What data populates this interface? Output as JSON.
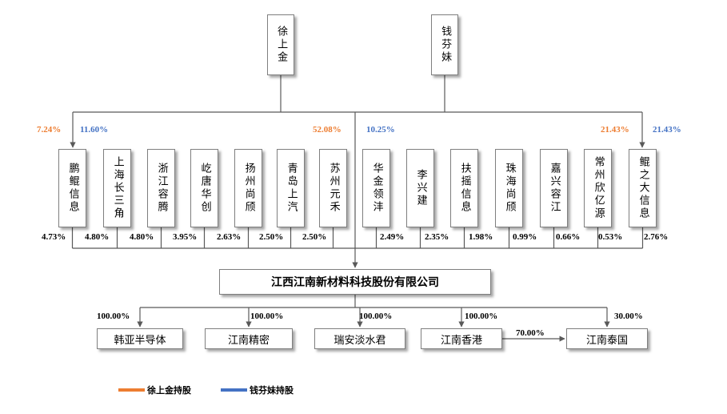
{
  "colors": {
    "xu": "#ed7d31",
    "qian": "#4472c4",
    "line": "#595959"
  },
  "top_holders": [
    {
      "id": "xu",
      "name": "徐上金"
    },
    {
      "id": "qian",
      "name": "钱芬妹"
    }
  ],
  "top_pcts": {
    "p1": "7.24%",
    "p2": "11.60%",
    "p3": "52.08%",
    "p4": "10.25%",
    "p5": "21.43%",
    "p6": "21.43%"
  },
  "shareholders": [
    {
      "name": "鹏鲲信息",
      "pct": "4.73%"
    },
    {
      "name": "上海长三角",
      "pct": "4.80%"
    },
    {
      "name": "浙江容腾",
      "pct": "4.80%"
    },
    {
      "name": "屹唐华创",
      "pct": "3.95%"
    },
    {
      "name": "扬州尚颀",
      "pct": "2.63%"
    },
    {
      "name": "青岛上汽",
      "pct": "2.50%"
    },
    {
      "name": "苏州元禾",
      "pct": "2.50%"
    },
    {
      "name": "华金领沣",
      "pct": "2.49%"
    },
    {
      "name": "李兴建",
      "pct": "2.35%"
    },
    {
      "name": "扶摇信息",
      "pct": "1.98%"
    },
    {
      "name": "珠海尚颀",
      "pct": "0.99%"
    },
    {
      "name": "嘉兴容江",
      "pct": "0.66%"
    },
    {
      "name": "常州欣亿源",
      "pct": "0.53%"
    },
    {
      "name": "鲲之大信息",
      "pct": "2.76%"
    }
  ],
  "company": {
    "name": "江西江南新材料科技股份有限公司"
  },
  "subsidiaries": [
    {
      "name": "韩亚半导体",
      "pct": "100.00%"
    },
    {
      "name": "江南精密",
      "pct": "100.00%"
    },
    {
      "name": "瑞安淡水君",
      "pct": "100.00%"
    },
    {
      "name": "江南香港",
      "pct": "100.00%"
    },
    {
      "name": "江南泰国",
      "pct": "30.00%"
    }
  ],
  "hk_to_thai_pct": "70.00%",
  "legend": [
    {
      "label": "徐上金持股",
      "color": "#ed7d31"
    },
    {
      "label": "钱芬妹持股",
      "color": "#4472c4"
    }
  ]
}
